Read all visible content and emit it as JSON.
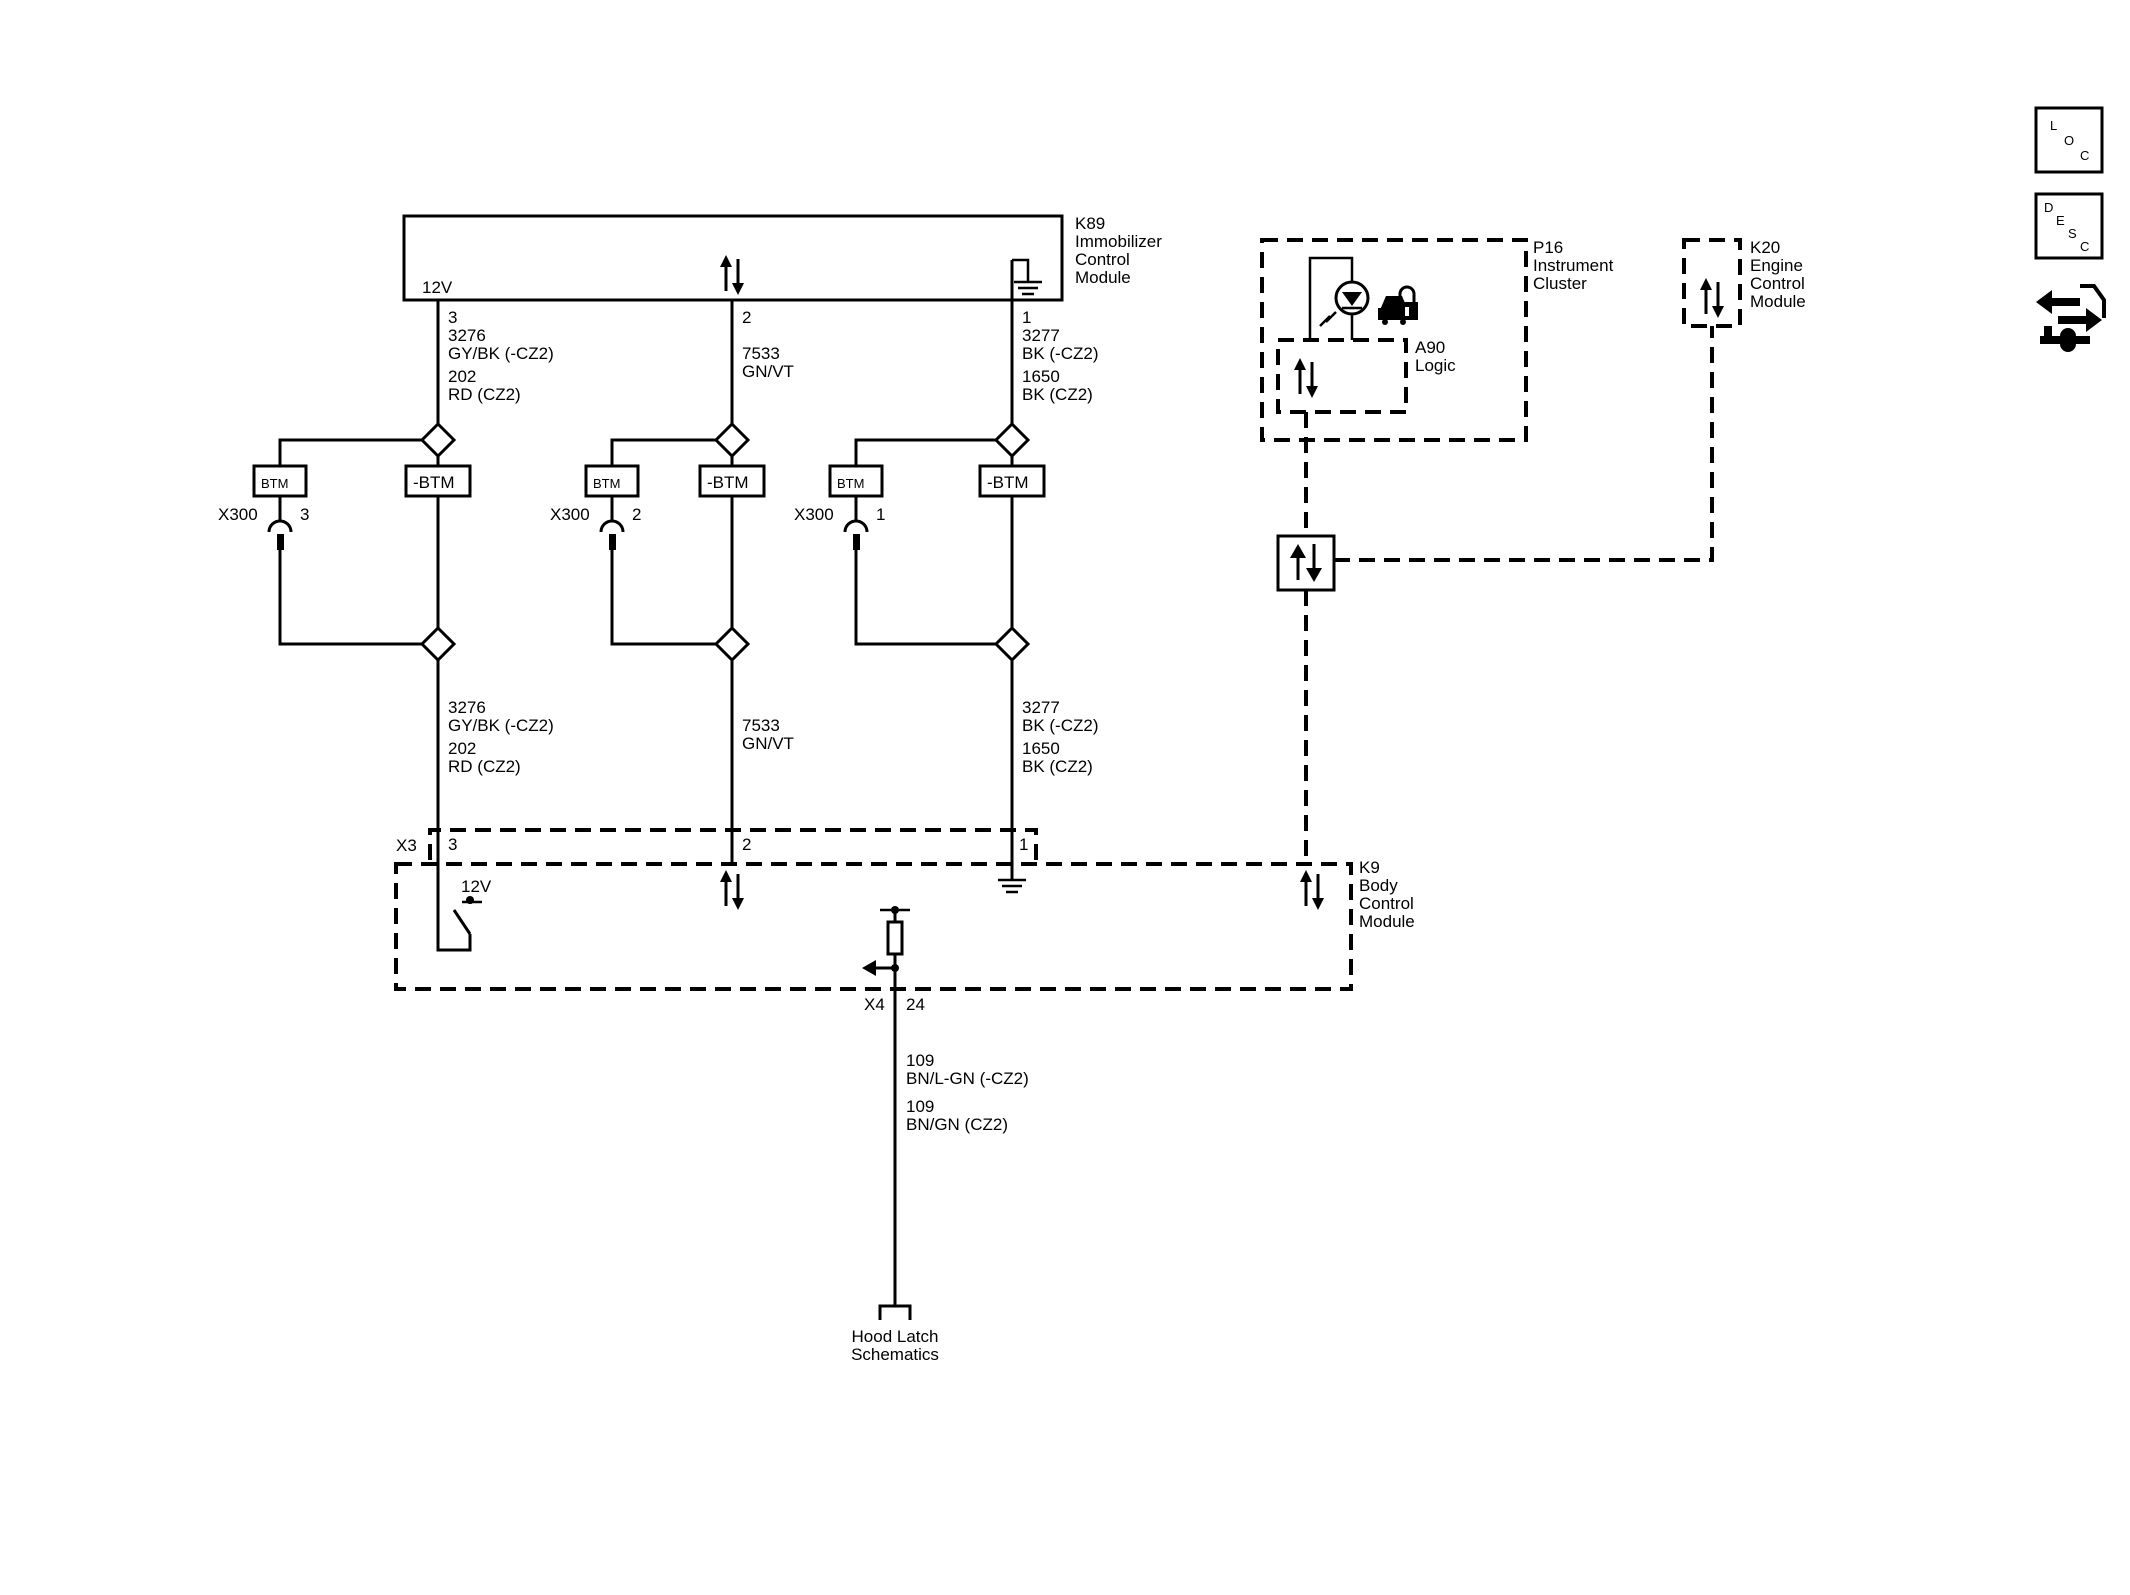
{
  "modules": {
    "k89": {
      "line1": "K89",
      "line2": "Immobilizer",
      "line3": "Control",
      "line4": "Module",
      "supply": "12V"
    },
    "k9": {
      "line1": "K9",
      "line2": "Body",
      "line3": "Control",
      "line4": "Module",
      "supply": "12V"
    },
    "p16": {
      "line1": "P16",
      "line2": "Instrument",
      "line3": "Cluster"
    },
    "a90": {
      "line1": "A90",
      "line2": "Logic"
    },
    "k20": {
      "line1": "K20",
      "line2": "Engine",
      "line3": "Control",
      "line4": "Module"
    }
  },
  "circuits": {
    "left": {
      "pin_top": "3",
      "c1": "3276",
      "c1_color": "GY/BK  (-CZ2)",
      "c2": "202",
      "c2_color": "RD   (CZ2)",
      "c1_bottom": "3276",
      "c1_color_bottom": "GY/BK  (-CZ2)",
      "c2_bottom": "202",
      "c2_color_bottom": "RD   (CZ2)",
      "pin_bottom": "3",
      "btm": "BTM",
      "nbtm": "-BTM",
      "splice": "X300",
      "splice_pin": "3"
    },
    "middle": {
      "pin_top": "2",
      "c1": "7533",
      "c1_color": "GN/VT",
      "c1_bottom": "7533",
      "c1_color_bottom": "GN/VT",
      "pin_bottom": "2",
      "btm": "BTM",
      "nbtm": "-BTM",
      "splice": "X300",
      "splice_pin": "2"
    },
    "right": {
      "pin_top": "1",
      "c1": "3277",
      "c1_color": "BK  (-CZ2)",
      "c2": "1650",
      "c2_color": "BK (CZ2)",
      "c1_bottom": "3277",
      "c1_color_bottom": "BK  (-CZ2)",
      "c2_bottom": "1650",
      "c2_color_bottom": "BK (CZ2)",
      "pin_bottom": "1",
      "btm": "BTM",
      "nbtm": "-BTM",
      "splice": "X300",
      "splice_pin": "1"
    },
    "hood": {
      "connector": "X4",
      "pin": "24",
      "c1": "109",
      "c1_color": "BN/L-GN  (-CZ2)",
      "c2": "109",
      "c2_color": "BN/GN  (CZ2)",
      "dest1": "Hood Latch",
      "dest2": "Schematics"
    },
    "x3": "X3"
  },
  "nav": {
    "loc": [
      "L",
      "O",
      "C"
    ],
    "desc": [
      "D",
      "E",
      "S",
      "C"
    ]
  },
  "icons": [
    "loc-icon",
    "desc-icon",
    "diagnostic-connector-icon",
    "data-arrow-icon",
    "ground-icon",
    "security-lock-icon",
    "led-indicator-icon"
  ]
}
